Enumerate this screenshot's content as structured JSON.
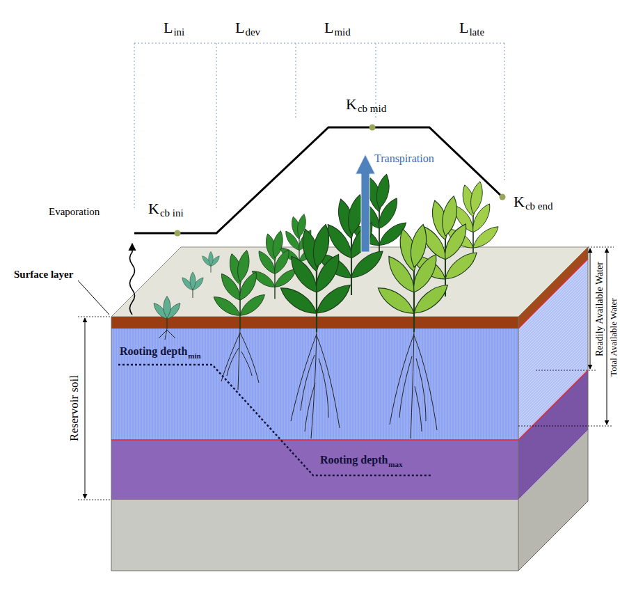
{
  "diagram": {
    "labels": [
      "L",
      "ini",
      "L",
      "dev",
      "L",
      "mid",
      "L",
      "late",
      "K",
      "cb mid",
      "K",
      "cb ini",
      "K",
      "cb end",
      "Transpiration",
      "Evaporation",
      "Surface layer",
      "Reservoir soil",
      "Rooting depth",
      "min",
      "Rooting depth",
      "max",
      "Readily Available Water",
      "Total Available Water"
    ]
  }
}
